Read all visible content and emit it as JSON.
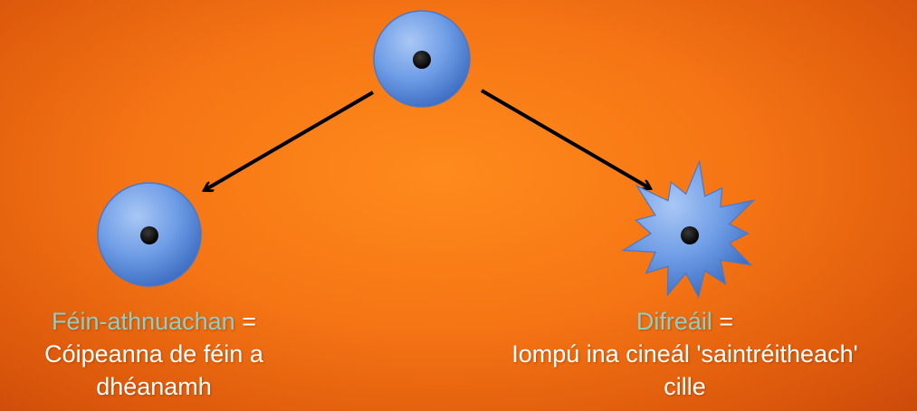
{
  "colors": {
    "background": "#f57414",
    "cell_fill": "#6d9be6",
    "nucleus": "#000000",
    "arrow": "#000000",
    "term_text": "#8ecfc0",
    "body_text": "#ffffff"
  },
  "left": {
    "term": "Féin-athnuachan",
    "equals": " =",
    "line1": "Cóipeanna de féin a",
    "line2": "dhéanamh"
  },
  "right": {
    "term": "Difreáil",
    "equals": " =",
    "line1": "Iompú ina cineál 'saintréitheach'",
    "line2": "cille"
  }
}
